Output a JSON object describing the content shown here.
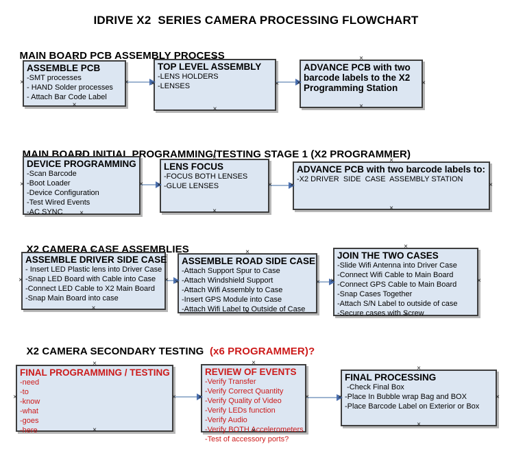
{
  "title": "IDRIVE X2  SERIES CAMERA PROCESSING FLOWCHART",
  "glyphs": {
    "handle": "×"
  },
  "colors": {
    "box_fill": "#dce6f2",
    "box_border": "#3d3d3d",
    "arrow_line": "#9db4d0",
    "arrow_head": "#4a6fae",
    "red": "#cc1a1a"
  },
  "sections": [
    {
      "heading": "MAIN BOARD PCB ASSEMBLY PROCESS",
      "boxes": [
        {
          "title": "ASSEMBLE PCB",
          "lines": [
            "-SMT processes",
            "- HAND Solder processes",
            "- Attach Bar Code Label"
          ]
        },
        {
          "title": "TOP LEVEL ASSEMBLY",
          "lines": [
            "-LENS HOLDERS",
            "-LENSES"
          ]
        },
        {
          "title": "ADVANCE PCB with two barcode labels to the X2 Programming Station",
          "lines": []
        }
      ]
    },
    {
      "heading": "MAIN BOARD INITIAL PROGRAMMING/TESTING STAGE 1 (X2 PROGRAMMER)",
      "boxes": [
        {
          "title": "DEVICE PROGRAMMING",
          "lines": [
            "-Scan Barcode",
            "-Boot Loader",
            "-Device Configuration",
            "-Test Wired Events",
            "-AC SYNC"
          ]
        },
        {
          "title": "LENS FOCUS",
          "lines": [
            "-FOCUS BOTH LENSES",
            "-GLUE LENSES"
          ]
        },
        {
          "title": "ADVANCE PCB with two barcode labels to:",
          "lines": [
            "-X2 DRIVER  SIDE  CASE  ASSEMBLY STATION"
          ]
        }
      ]
    },
    {
      "heading": "X2 CAMERA CASE ASSEMBLIES",
      "boxes": [
        {
          "title": "ASSEMBLE DRIVER SIDE CASE",
          "lines": [
            "- Insert LED Plastic lens into Driver Case",
            "-Snap LED Board with Cable into Case",
            "-Connect LED Cable to X2 Main Board",
            "-Snap Main Board into case"
          ]
        },
        {
          "title": "ASSEMBLE ROAD SIDE CASE",
          "lines": [
            "-Attach Support Spur to Case",
            "-Attach Windshield Support",
            "-Attach Wifi Assembly to Case",
            "-Insert GPS Module into Case",
            "-Attach Wifi Label to Outside of Case"
          ]
        },
        {
          "title": "JOIN THE TWO CASES",
          "lines": [
            "-Slide Wifi Antenna into Driver Case",
            "-Connect Wifi Cable to Main Board",
            "-Connect GPS Cable to Main Board",
            "-Snap Cases Together",
            "-Attach S/N Label to outside of case",
            "-Secure cases with Screw"
          ]
        }
      ]
    },
    {
      "heading": "X2 CAMERA SECONDARY TESTING  ",
      "heading_red": "(x6 PROGRAMMER)?",
      "boxes": [
        {
          "title": "FINAL PROGRAMMING / TESTING",
          "lines": [
            "-need",
            "-to",
            "-know",
            "-what",
            "-goes",
            "-here"
          ]
        },
        {
          "title": "REVIEW OF EVENTS",
          "lines": [
            "-Verify Transfer",
            "-Verify Correct Quantity",
            "-Verify Quality of Video",
            "-Verify LEDs function",
            "-Verify Audio",
            "-Verify BOTH Accelerometers",
            "-Test of accessory ports?"
          ]
        },
        {
          "title": "FINAL PROCESSING",
          "lines": [
            " -Check Final Box",
            "-Place In Bubble wrap Bag and BOX",
            "-Place Barcode Label on Exterior or Box"
          ]
        }
      ]
    }
  ]
}
